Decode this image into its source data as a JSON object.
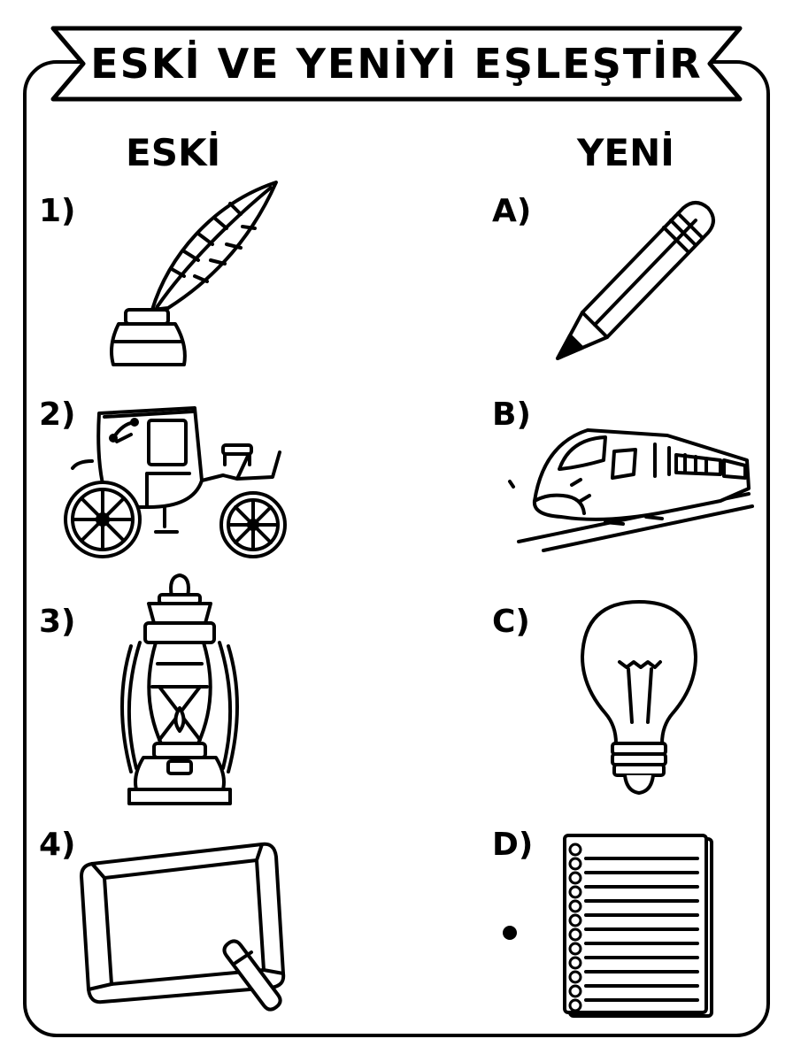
{
  "title": "ESKİ VE YENİYİ EŞLEŞTİR",
  "columns": {
    "left": "ESKİ",
    "right": "YENİ"
  },
  "old_items": [
    {
      "label": "1)",
      "icon": "quill-inkwell-icon"
    },
    {
      "label": "2)",
      "icon": "horse-carriage-icon"
    },
    {
      "label": "3)",
      "icon": "oil-lantern-icon"
    },
    {
      "label": "4)",
      "icon": "slate-chalk-icon"
    }
  ],
  "new_items": [
    {
      "label": "A)",
      "icon": "pencil-icon"
    },
    {
      "label": "B)",
      "icon": "high-speed-train-icon"
    },
    {
      "label": "C)",
      "icon": "light-bulb-icon"
    },
    {
      "label": "D)",
      "icon": "spiral-notebook-icon"
    }
  ]
}
